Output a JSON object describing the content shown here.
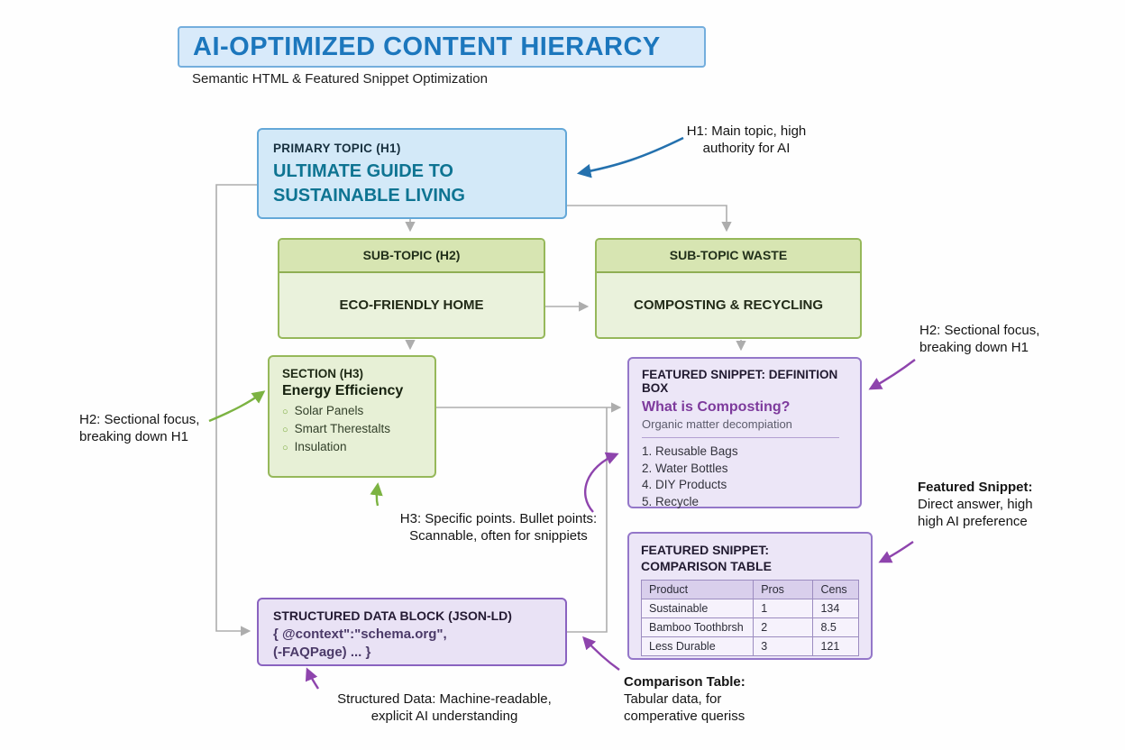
{
  "header": {
    "title": "AI-OPTIMIZED CONTENT HIERARCY",
    "subtitle": "Semantic HTML & Featured Snippet Optimization"
  },
  "boxes": {
    "primary": {
      "label": "PRIMARY TOPIC (H1)",
      "title": "ULTIMATE GUIDE TO SUSTAINABLE LIVING"
    },
    "subtopic_home": {
      "header": "SUB-TOPIC (H2)",
      "body": "ECO-FRIENDLY HOME"
    },
    "subtopic_waste": {
      "header": "SUB-TOPIC WASTE",
      "body": "COMPOSTING & RECYCLING"
    },
    "section": {
      "label": "SECTION (H3)",
      "title": "Energy Efficiency",
      "bullet_icon": "circle-outline",
      "bullets": [
        "Solar Panels",
        "Smart Therestalts",
        "Insulation"
      ]
    },
    "definition": {
      "label": "FEATURED SNIPPET: DEFINITION BOX",
      "question": "What is Composting?",
      "answer": "Organic matter decompiation",
      "list": [
        "1. Reusable Bags",
        "2. Water Bottles",
        "4. DIY Products",
        "5. Recycle"
      ]
    },
    "comparison": {
      "label": "FEATURED SNIPPET: COMPARISON TABLE",
      "table": {
        "headers": [
          "Product",
          "Pros",
          "Cens"
        ],
        "rows": [
          [
            "Sustainable",
            "1",
            "134"
          ],
          [
            "Bamboo Toothbrsh",
            "2",
            "8.5"
          ],
          [
            "Less Durable",
            "3",
            "121"
          ]
        ]
      }
    },
    "structured": {
      "label": "STRUCTURED DATA BLOCK (JSON-LD)",
      "code_line1": "{ @context\":\"schema.org\",",
      "code_line2": "(-FAQPage) ... }"
    }
  },
  "annotations": {
    "h1": "H1: Main topic, high authority for AI",
    "h2_right": "H2: Sectional focus, breaking down H1",
    "h2_left": "H2: Sectional focus, breaking down H1",
    "h3": "H3: Specific points. Bullet points: Scannable, often for snippiets",
    "snippet_title": "Featured Snippet:",
    "snippet_text": "Direct answer, high high AI preference",
    "comparison_title": "Comparison Table:",
    "comparison_text": "Tabular data, for comperative queriss",
    "structured": "Structured Data: Machine-readable, explicit AI understanding"
  },
  "colors": {
    "accent_blue": "#1c77bd",
    "accent_green": "#7cb342",
    "accent_purple": "#8e44ad",
    "connector_gray": "#adadad"
  }
}
